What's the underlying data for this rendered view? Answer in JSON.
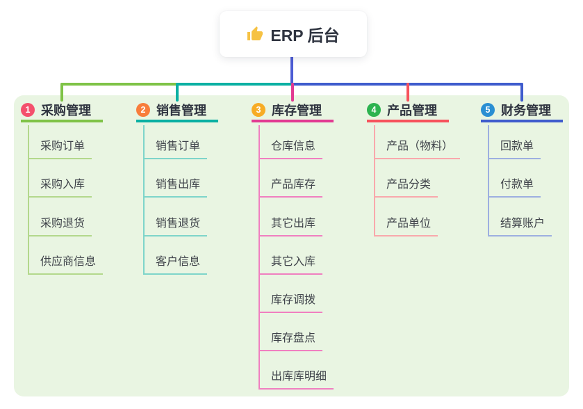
{
  "colors": {
    "page_bg": "#ffffff",
    "panel_bg": "#e9f5e2",
    "root_connector": "#4c5cd4",
    "child_text": "#3f434a"
  },
  "root": {
    "icon": "thumbs-up-icon",
    "label": "ERP 后台",
    "colors": {
      "icon": "#f6c244",
      "text": "#2f3440"
    }
  },
  "branches": [
    {
      "badge": "1",
      "title": "采购管理",
      "colors": {
        "badge": "#f4506c",
        "main": "#7fc347",
        "light": "#b3d88c"
      },
      "children": [
        {
          "label": "采购订单"
        },
        {
          "label": "采购入库"
        },
        {
          "label": "采购退货"
        },
        {
          "label": "供应商信息"
        }
      ]
    },
    {
      "badge": "2",
      "title": "销售管理",
      "colors": {
        "badge": "#f87d3b",
        "main": "#0ab0a3",
        "light": "#7ed5ca"
      },
      "children": [
        {
          "label": "销售订单"
        },
        {
          "label": "销售出库"
        },
        {
          "label": "销售退货"
        },
        {
          "label": "客户信息"
        }
      ]
    },
    {
      "badge": "3",
      "title": "库存管理",
      "colors": {
        "badge": "#f7ac25",
        "main": "#e23a92",
        "light": "#f07fc0"
      },
      "children": [
        {
          "label": "仓库信息"
        },
        {
          "label": "产品库存"
        },
        {
          "label": "其它出库"
        },
        {
          "label": "其它入库"
        },
        {
          "label": "库存调拨"
        },
        {
          "label": "库存盘点"
        },
        {
          "label": "出库库明细"
        }
      ]
    },
    {
      "badge": "4",
      "title": "产品管理",
      "colors": {
        "badge": "#2db350",
        "main": "#f7525c",
        "light": "#f9a8ac"
      },
      "children": [
        {
          "label": "产品（物料）"
        },
        {
          "label": "产品分类"
        },
        {
          "label": "产品单位"
        }
      ]
    },
    {
      "badge": "5",
      "title": "财务管理",
      "colors": {
        "badge": "#2a8fd3",
        "main": "#3f5ccd",
        "light": "#9dafe0"
      },
      "children": [
        {
          "label": "回款单"
        },
        {
          "label": "付款单"
        },
        {
          "label": "结算账户"
        }
      ]
    }
  ]
}
